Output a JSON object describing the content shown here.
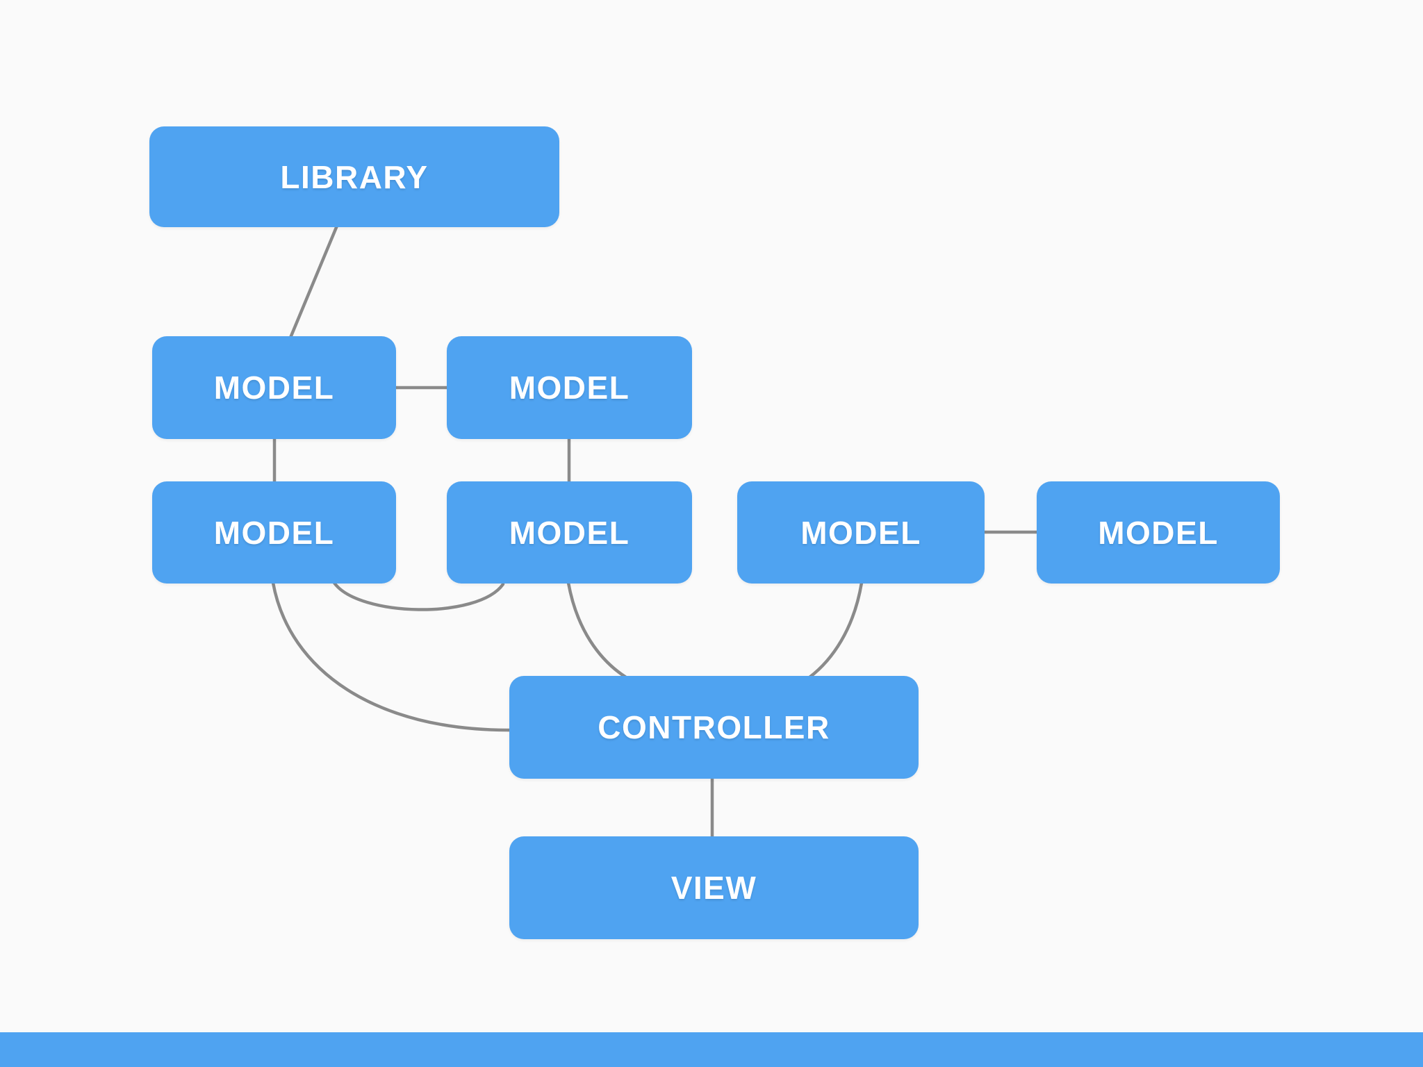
{
  "diagram": {
    "type": "flowchart",
    "nodes": [
      {
        "id": "library",
        "label": "LIBRARY"
      },
      {
        "id": "model-top-left",
        "label": "MODEL"
      },
      {
        "id": "model-top-right",
        "label": "MODEL"
      },
      {
        "id": "model-mid-left",
        "label": "MODEL"
      },
      {
        "id": "model-mid-center",
        "label": "MODEL"
      },
      {
        "id": "model-right",
        "label": "MODEL"
      },
      {
        "id": "model-far-right",
        "label": "MODEL"
      },
      {
        "id": "controller",
        "label": "CONTROLLER"
      },
      {
        "id": "view",
        "label": "VIEW"
      }
    ],
    "edges": [
      {
        "from": "library",
        "to": "model-top-left"
      },
      {
        "from": "model-top-left",
        "to": "model-top-right"
      },
      {
        "from": "model-top-left",
        "to": "model-mid-left"
      },
      {
        "from": "model-top-right",
        "to": "model-mid-center"
      },
      {
        "from": "model-mid-left",
        "to": "model-mid-center"
      },
      {
        "from": "model-mid-left",
        "to": "controller"
      },
      {
        "from": "model-mid-center",
        "to": "controller"
      },
      {
        "from": "model-right",
        "to": "controller"
      },
      {
        "from": "model-right",
        "to": "model-far-right"
      },
      {
        "from": "controller",
        "to": "view"
      }
    ],
    "colors": {
      "node_fill": "#4fa3f1",
      "edge_stroke": "#8a8a8a",
      "label_text": "#ffffff",
      "footer_bar": "#4fa3f1",
      "background": "#fafafa"
    }
  }
}
